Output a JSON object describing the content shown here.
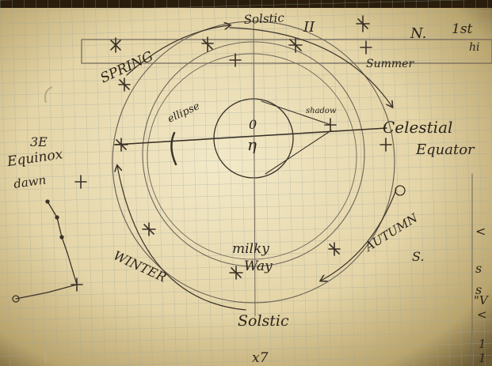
{
  "labels": {
    "solstice_top": "Solstic",
    "top_roman": "II",
    "spring": "SPRING",
    "summer": "Summer",
    "ellipse": "ellipse",
    "shadow": "shadow",
    "celestial": "Celestial",
    "equator": "Equator",
    "equinox_num": "3E",
    "equinox": "Equinox",
    "dawn": "dawn",
    "milky": "milky",
    "way": "Way",
    "winter": "WINTER",
    "autumn": "AUTUMN",
    "solstice_bottom": "Solstic",
    "south_s": "S.",
    "north_n": "N.",
    "first": "1st",
    "first_sub": "hi",
    "center_symbol": "0",
    "center_symbol2": "η",
    "autumn_mark": "0",
    "bottom_mark": "x7",
    "right_margin_1": "<",
    "right_margin_2": "s",
    "right_margin_3": "s",
    "right_margin_4": "\"V",
    "right_margin_5": "<",
    "right_margin_6": "1",
    "right_margin_7": "1"
  },
  "colors": {
    "paper_light": "#efe4c2",
    "paper_mid": "#dccd9e",
    "paper_shadow": "#8a7646",
    "grid": "#9aa9a0",
    "ink": "#3a3128",
    "pencil": "#6e655a"
  }
}
